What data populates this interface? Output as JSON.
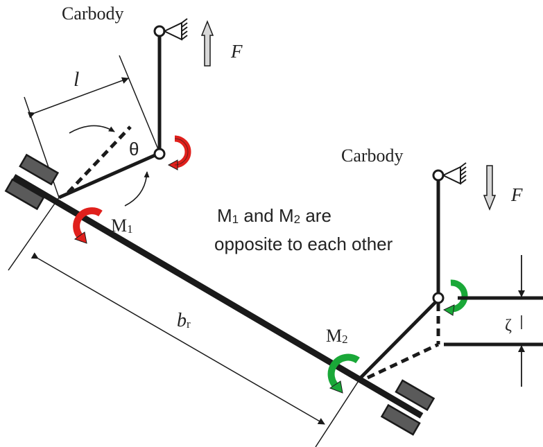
{
  "labels": {
    "carbody_left": "Carbody",
    "carbody_right": "Carbody",
    "force_left": "F",
    "force_right": "F",
    "length_l": "l",
    "angle_theta": "θ",
    "moment_1_main": "M",
    "moment_1_sub": "1",
    "moment_2_main": "M",
    "moment_2_sub": "2",
    "track_b_main": "b",
    "track_b_sub": "r",
    "displacement_zeta": "ζ",
    "note_line1_a": "M",
    "note_line1_b": "1",
    "note_line1_c": " and M",
    "note_line1_d": "2",
    "note_line1_e": " are",
    "note_line2": "opposite to each other"
  },
  "colors": {
    "moment_1": "#e0201c",
    "moment_2": "#1aa838",
    "force_arrow": "#d8d8d8",
    "structure": "#1a1a1a"
  }
}
